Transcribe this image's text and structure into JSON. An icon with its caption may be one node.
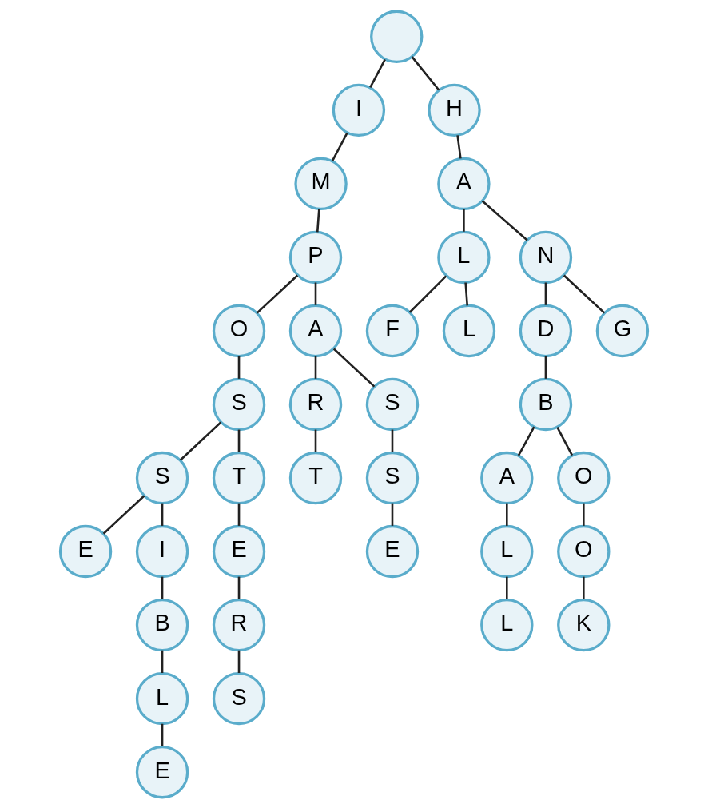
{
  "diagram": {
    "nodes": [
      {
        "text": [],
        "shape": "circle"
      },
      {
        "text": [
          "I"
        ]
      },
      {
        "text": [
          "H"
        ]
      },
      {
        "text": [
          "M"
        ]
      },
      {
        "text": [
          "A"
        ]
      },
      {
        "text": [
          "P"
        ]
      },
      {
        "text": [
          "L"
        ]
      },
      {
        "text": [
          "N"
        ]
      },
      {
        "text": [
          "O"
        ]
      },
      {
        "text": [
          "A"
        ]
      },
      {
        "text": [
          "F"
        ]
      },
      {
        "text": [
          "L"
        ]
      },
      {
        "text": [
          "D"
        ]
      },
      {
        "text": [
          "G"
        ]
      },
      {
        "text": [
          "S"
        ]
      },
      {
        "text": [
          "R"
        ]
      },
      {
        "text": [
          "S"
        ]
      },
      {
        "text": [
          "B"
        ]
      },
      {
        "text": [
          "S"
        ]
      },
      {
        "text": [
          "T"
        ]
      },
      {
        "text": [
          "T"
        ]
      },
      {
        "text": [
          "S"
        ]
      },
      {
        "text": [
          "A"
        ]
      },
      {
        "text": [
          "O"
        ]
      },
      {
        "text": [
          "E"
        ]
      },
      {
        "text": [
          "I"
        ]
      },
      {
        "text": [
          "E"
        ]
      },
      {
        "text": [
          "E"
        ]
      },
      {
        "text": [
          "L"
        ]
      },
      {
        "text": [
          "O"
        ]
      },
      {
        "text": [
          "B"
        ]
      },
      {
        "text": [
          "R"
        ]
      },
      {
        "text": [
          "L"
        ]
      },
      {
        "text": [
          "K"
        ]
      },
      {
        "text": [
          "L"
        ]
      },
      {
        "text": [
          "S"
        ]
      },
      {
        "text": [
          "E"
        ]
      }
    ],
    "edges": [
      {
        "from": 0,
        "to": 1,
        "arrow": "none"
      },
      {
        "from": 0,
        "to": 2,
        "arrow": "none"
      },
      {
        "from": 1,
        "to": 3,
        "arrow": "none"
      },
      {
        "from": 3,
        "to": 5,
        "arrow": "none"
      },
      {
        "from": 5,
        "to": 8,
        "arrow": "none"
      },
      {
        "from": 5,
        "to": 9,
        "arrow": "none"
      },
      {
        "from": 8,
        "to": 14,
        "arrow": "none"
      },
      {
        "from": 14,
        "to": 18,
        "arrow": "none"
      },
      {
        "from": 14,
        "to": 19,
        "arrow": "none"
      },
      {
        "from": 18,
        "to": 24,
        "arrow": "none"
      },
      {
        "from": 18,
        "to": 25,
        "arrow": "none"
      },
      {
        "from": 25,
        "to": 30,
        "arrow": "none"
      },
      {
        "from": 30,
        "to": 34,
        "arrow": "none"
      },
      {
        "from": 34,
        "to": 36,
        "arrow": "none"
      },
      {
        "from": 19,
        "to": 26,
        "arrow": "none"
      },
      {
        "from": 26,
        "to": 31,
        "arrow": "none"
      },
      {
        "from": 31,
        "to": 35,
        "arrow": "none"
      },
      {
        "from": 9,
        "to": 15,
        "arrow": "none"
      },
      {
        "from": 15,
        "to": 20,
        "arrow": "none"
      },
      {
        "from": 9,
        "to": 16,
        "arrow": "none"
      },
      {
        "from": 16,
        "to": 21,
        "arrow": "none"
      },
      {
        "from": 21,
        "to": 27,
        "arrow": "none"
      },
      {
        "from": 2,
        "to": 4,
        "arrow": "none"
      },
      {
        "from": 4,
        "to": 6,
        "arrow": "none"
      },
      {
        "from": 4,
        "to": 7,
        "arrow": "none"
      },
      {
        "from": 6,
        "to": 10,
        "arrow": "none"
      },
      {
        "from": 6,
        "to": 11,
        "arrow": "none"
      },
      {
        "from": 7,
        "to": 12,
        "arrow": "none"
      },
      {
        "from": 7,
        "to": 13,
        "arrow": "none"
      },
      {
        "from": 12,
        "to": 17,
        "arrow": "none"
      },
      {
        "from": 17,
        "to": 22,
        "arrow": "none"
      },
      {
        "from": 17,
        "to": 23,
        "arrow": "none"
      },
      {
        "from": 22,
        "to": 28,
        "arrow": "none"
      },
      {
        "from": 28,
        "to": 32,
        "arrow": "none"
      },
      {
        "from": 23,
        "to": 29,
        "arrow": "none"
      },
      {
        "from": 29,
        "to": 33,
        "arrow": "none"
      }
    ]
  }
}
